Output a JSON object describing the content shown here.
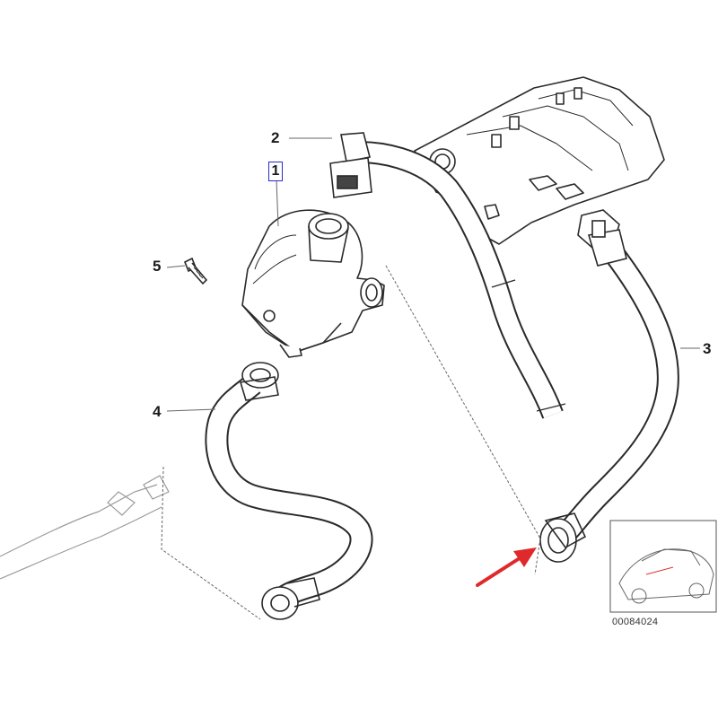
{
  "callouts": {
    "part1": "1",
    "part2": "2",
    "part3": "3",
    "part4": "4",
    "part5": "5"
  },
  "reference_code": "00084024",
  "colors": {
    "line": "#2a2a2a",
    "hose_fill": "#ffffff",
    "highlight_box": "#2a2acc",
    "arrow": "#e0292a"
  },
  "icons": [
    "pcv-valve",
    "hose",
    "engine-valve-cover",
    "bolt",
    "vehicle-thumbnail",
    "red-arrow"
  ]
}
